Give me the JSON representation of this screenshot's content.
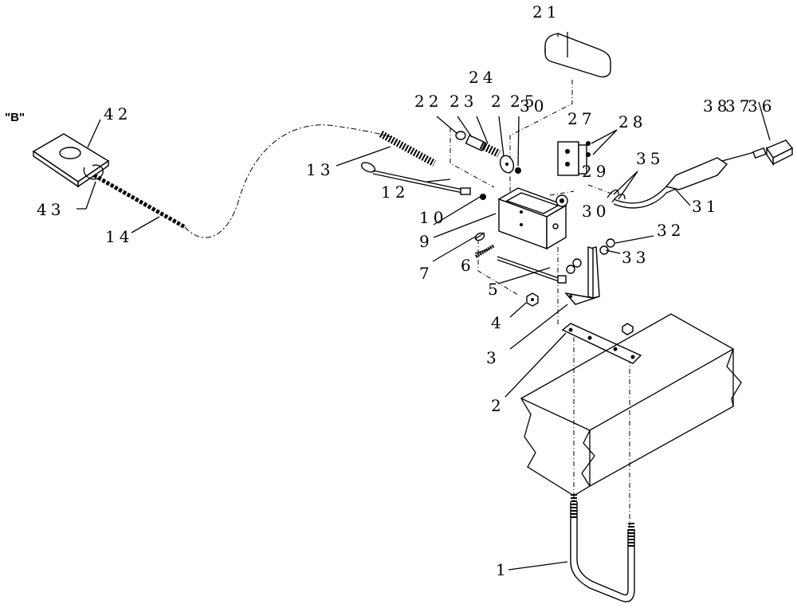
{
  "view_label": "\"B\"",
  "callouts": {
    "c1": "1",
    "c2": "2",
    "c3": "3",
    "c4": "4",
    "c5": "5",
    "c6": "6",
    "c7": "7",
    "c9": "9",
    "c10": "10",
    "c12": "12",
    "c13": "13",
    "c14": "14",
    "c21": "21",
    "c22": "22",
    "c23": "23",
    "c24": "24",
    "c25": "25",
    "c26": "2",
    "c27": "27",
    "c28": "28",
    "c29": "29",
    "c30a": "30",
    "c30b": "30",
    "c31": "31",
    "c32": "32",
    "c33": "33",
    "c35": "35",
    "c36": "36",
    "c37": "37",
    "c38": "38",
    "c42": "42",
    "c43": "43"
  }
}
